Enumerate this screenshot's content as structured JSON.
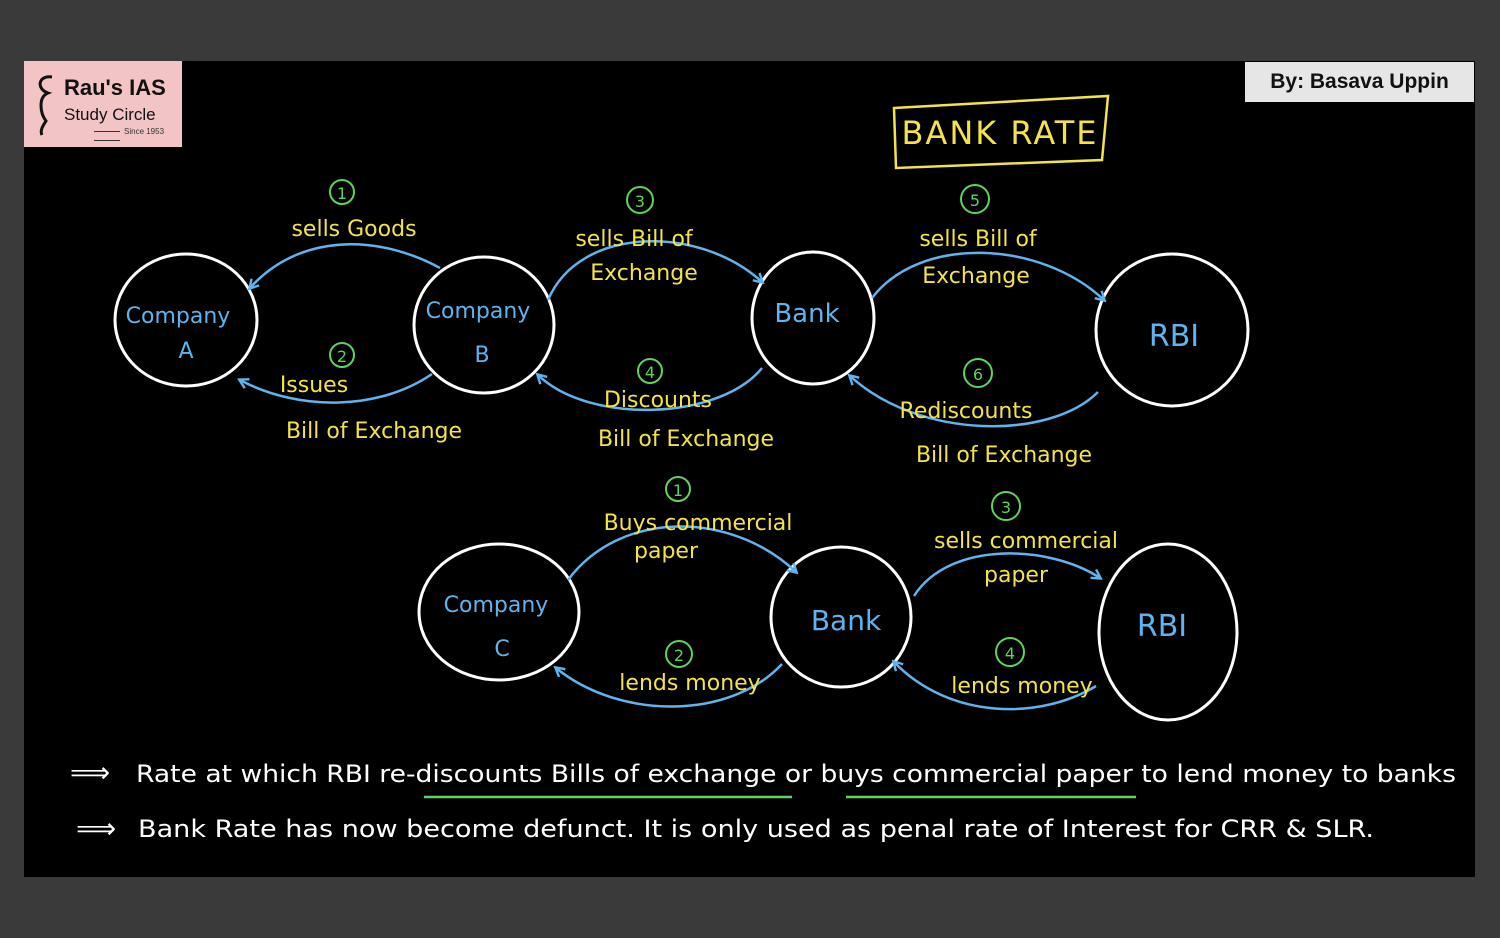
{
  "branding": {
    "institute": "Rau's IAS",
    "subtitle": "Study Circle",
    "since": "Since 1953",
    "author": "By:  Basava Uppin"
  },
  "title": "BANK RATE",
  "colors": {
    "title": "#f3e34a",
    "node_label": "#5fb4ee",
    "arrow": "#5fb4ee",
    "edge_label": "#f3e34a",
    "step_number": "#5ed35e",
    "notes": "#ffffff",
    "underline": "#5ed35e"
  },
  "diagram_top": {
    "nodes": {
      "company_a": [
        "Company",
        "A"
      ],
      "company_b": [
        "Company",
        "B"
      ],
      "bank": [
        "Bank"
      ],
      "rbi": [
        "RBI"
      ]
    },
    "edges": [
      {
        "step": "1",
        "label": [
          "sells Goods"
        ]
      },
      {
        "step": "2",
        "label": [
          "Issues",
          "Bill of Exchange"
        ]
      },
      {
        "step": "3",
        "label": [
          "sells Bill of",
          "Exchange"
        ]
      },
      {
        "step": "4",
        "label": [
          "Discounts",
          "Bill of Exchange"
        ]
      },
      {
        "step": "5",
        "label": [
          "sells Bill of",
          "Exchange"
        ]
      },
      {
        "step": "6",
        "label": [
          "Rediscounts",
          "Bill of Exchange"
        ]
      }
    ]
  },
  "diagram_bottom": {
    "nodes": {
      "company_c": [
        "Company",
        "C"
      ],
      "bank": [
        "Bank"
      ],
      "rbi": [
        "RBI"
      ]
    },
    "edges": [
      {
        "step": "1",
        "label": [
          "Buys commercial",
          "paper"
        ]
      },
      {
        "step": "2",
        "label": [
          "lends money"
        ]
      },
      {
        "step": "3",
        "label": [
          "sells commercial",
          "paper"
        ]
      },
      {
        "step": "4",
        "label": [
          "lends money"
        ]
      }
    ]
  },
  "notes": [
    {
      "arrow": "⟹",
      "text": "Rate at which RBI re-discounts Bills of exchange or buys commercial paper to lend money to banks"
    },
    {
      "arrow": "⟹",
      "text": "Bank Rate has now become defunct. It is only used as penal rate of Interest for CRR & SLR."
    }
  ]
}
